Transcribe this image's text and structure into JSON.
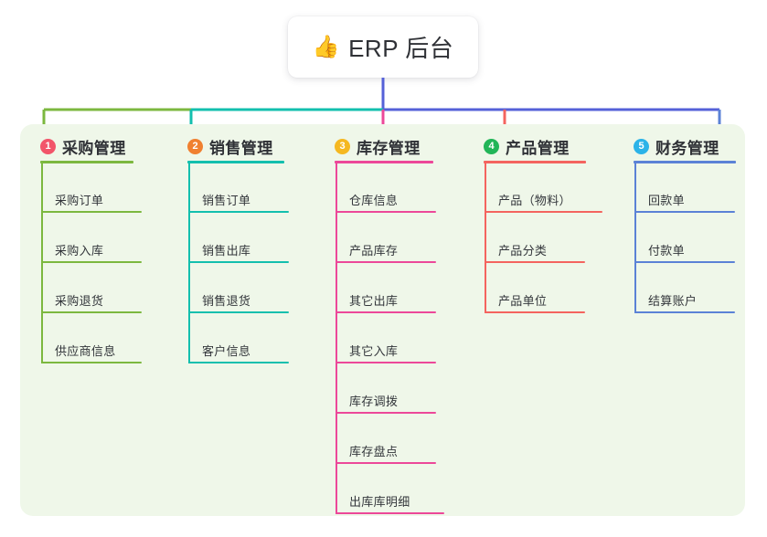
{
  "root": {
    "emoji": "👍",
    "emoji_name": "thumbs-up-emoji",
    "title": "ERP 后台"
  },
  "colors": {
    "panel_bg": "#eff7e9",
    "root_stem": "#5561d8",
    "trunk_left": "#13bfae",
    "trunk_right": "#5561d8"
  },
  "columns": [
    {
      "index": "1",
      "title": "采购管理",
      "badge_color": "#f2556a",
      "line_color": "#7cb83f",
      "children": [
        "采购订单",
        "采购入库",
        "采购退货",
        "供应商信息"
      ]
    },
    {
      "index": "2",
      "title": "销售管理",
      "badge_color": "#f08030",
      "line_color": "#13bfae",
      "children": [
        "销售订单",
        "销售出库",
        "销售退货",
        "客户信息"
      ]
    },
    {
      "index": "3",
      "title": "库存管理",
      "badge_color": "#f5b820",
      "line_color": "#ec4899",
      "children": [
        "仓库信息",
        "产品库存",
        "其它出库",
        "其它入库",
        "库存调拨",
        "库存盘点",
        "出库库明细"
      ]
    },
    {
      "index": "4",
      "title": "产品管理",
      "badge_color": "#22b558",
      "line_color": "#f4645f",
      "children": [
        "产品（物料）",
        "产品分类",
        "产品单位"
      ]
    },
    {
      "index": "5",
      "title": "财务管理",
      "badge_color": "#2bb3e8",
      "line_color": "#5b82d6",
      "children": [
        "回款单",
        "付款单",
        "结算账户"
      ]
    }
  ]
}
